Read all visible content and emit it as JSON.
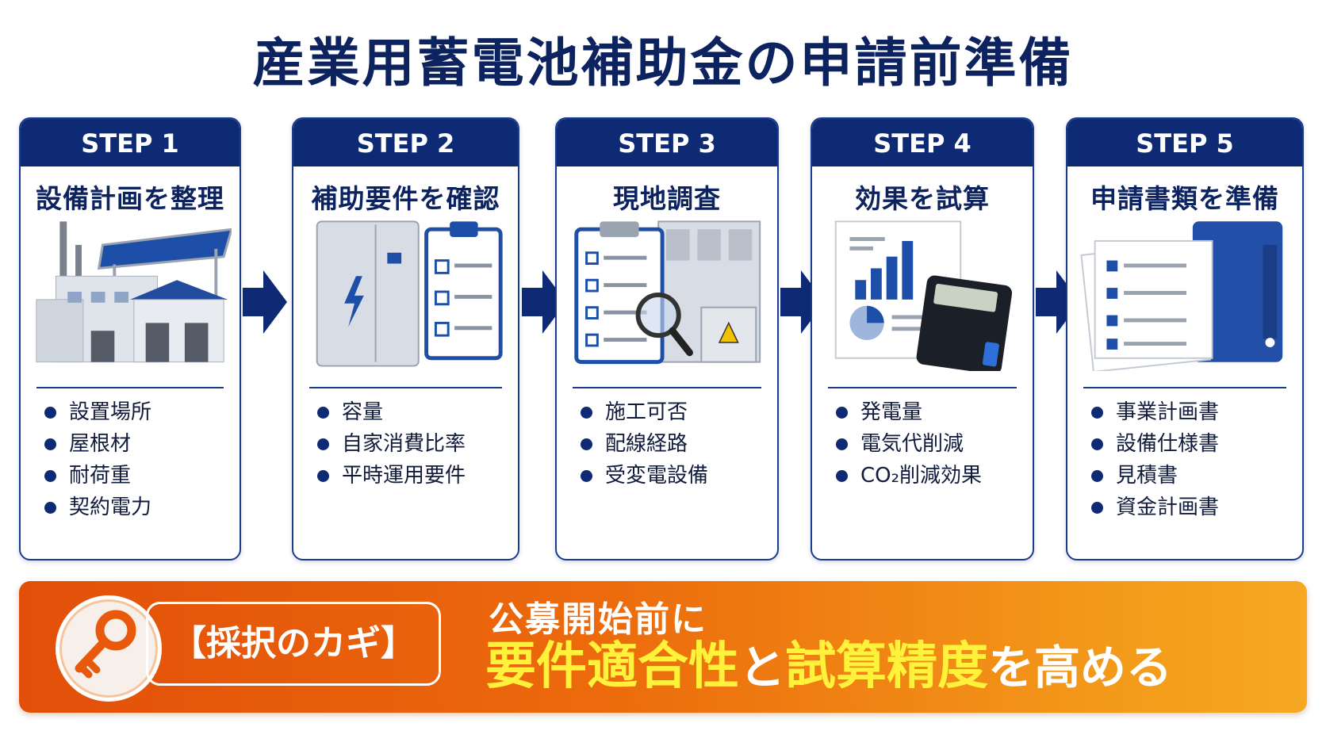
{
  "title": "産業用蓄電池補助金の申請前準備",
  "steps": [
    {
      "label": "STEP 1",
      "heading": "設備計画を整理",
      "items": [
        "設置場所",
        "屋根材",
        "耐荷重",
        "契約電力"
      ]
    },
    {
      "label": "STEP 2",
      "heading": "補助要件を確認",
      "items": [
        "容量",
        "自家消費比率",
        "平時運用要件"
      ]
    },
    {
      "label": "STEP 3",
      "heading": "現地調査",
      "items": [
        "施工可否",
        "配線経路",
        "受変電設備"
      ]
    },
    {
      "label": "STEP 4",
      "heading": "効果を試算",
      "items": [
        "発電量",
        "電気代削減",
        "CO₂削減効果"
      ]
    },
    {
      "label": "STEP 5",
      "heading": "申請書類を準備",
      "items": [
        "事業計画書",
        "設備仕様書",
        "見積書",
        "資金計画書"
      ]
    }
  ],
  "banner": {
    "key_label": "【採択のカギ】",
    "line1": "公募開始前に",
    "line2": {
      "part1": "要件適合性",
      "part2": "と",
      "part3": "試算精度",
      "part4": "を高める"
    }
  },
  "colors": {
    "navy": "#0f2a74",
    "orange_start": "#e24f0a",
    "orange_end": "#f6a821",
    "highlight_yellow": "#fff23a"
  },
  "icons": [
    "factory-solar-icon",
    "battery-checklist-icon",
    "survey-inspection-icon",
    "chart-calculator-icon",
    "documents-binder-icon",
    "key-icon",
    "arrow-right-icon"
  ]
}
